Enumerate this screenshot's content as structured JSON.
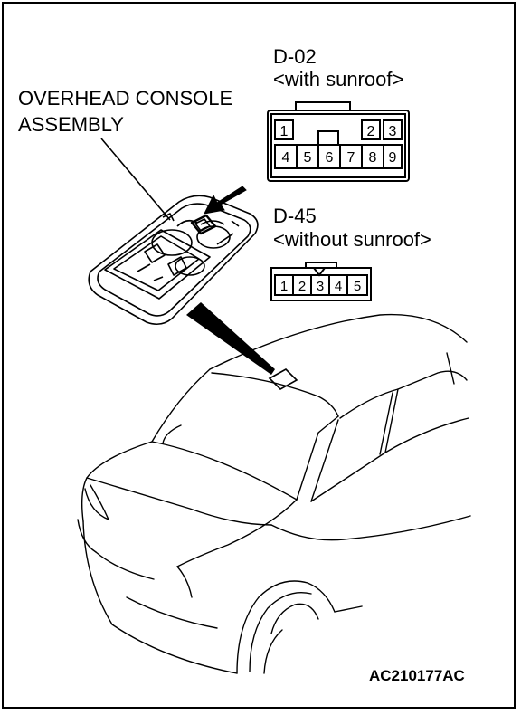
{
  "labels": {
    "assembly_line1": "OVERHEAD CONSOLE",
    "assembly_line2": "ASSEMBLY",
    "d02_code": "D-02",
    "d02_note": "<with sunroof>",
    "d45_code": "D-45",
    "d45_note": "<without sunroof>",
    "figure_code": "AC210177AC"
  },
  "d02_pins": {
    "top": [
      "1",
      "2",
      "3"
    ],
    "bottom": [
      "4",
      "5",
      "6",
      "7",
      "8",
      "9"
    ]
  },
  "d45_pins": [
    "1",
    "2",
    "3",
    "4",
    "5"
  ]
}
